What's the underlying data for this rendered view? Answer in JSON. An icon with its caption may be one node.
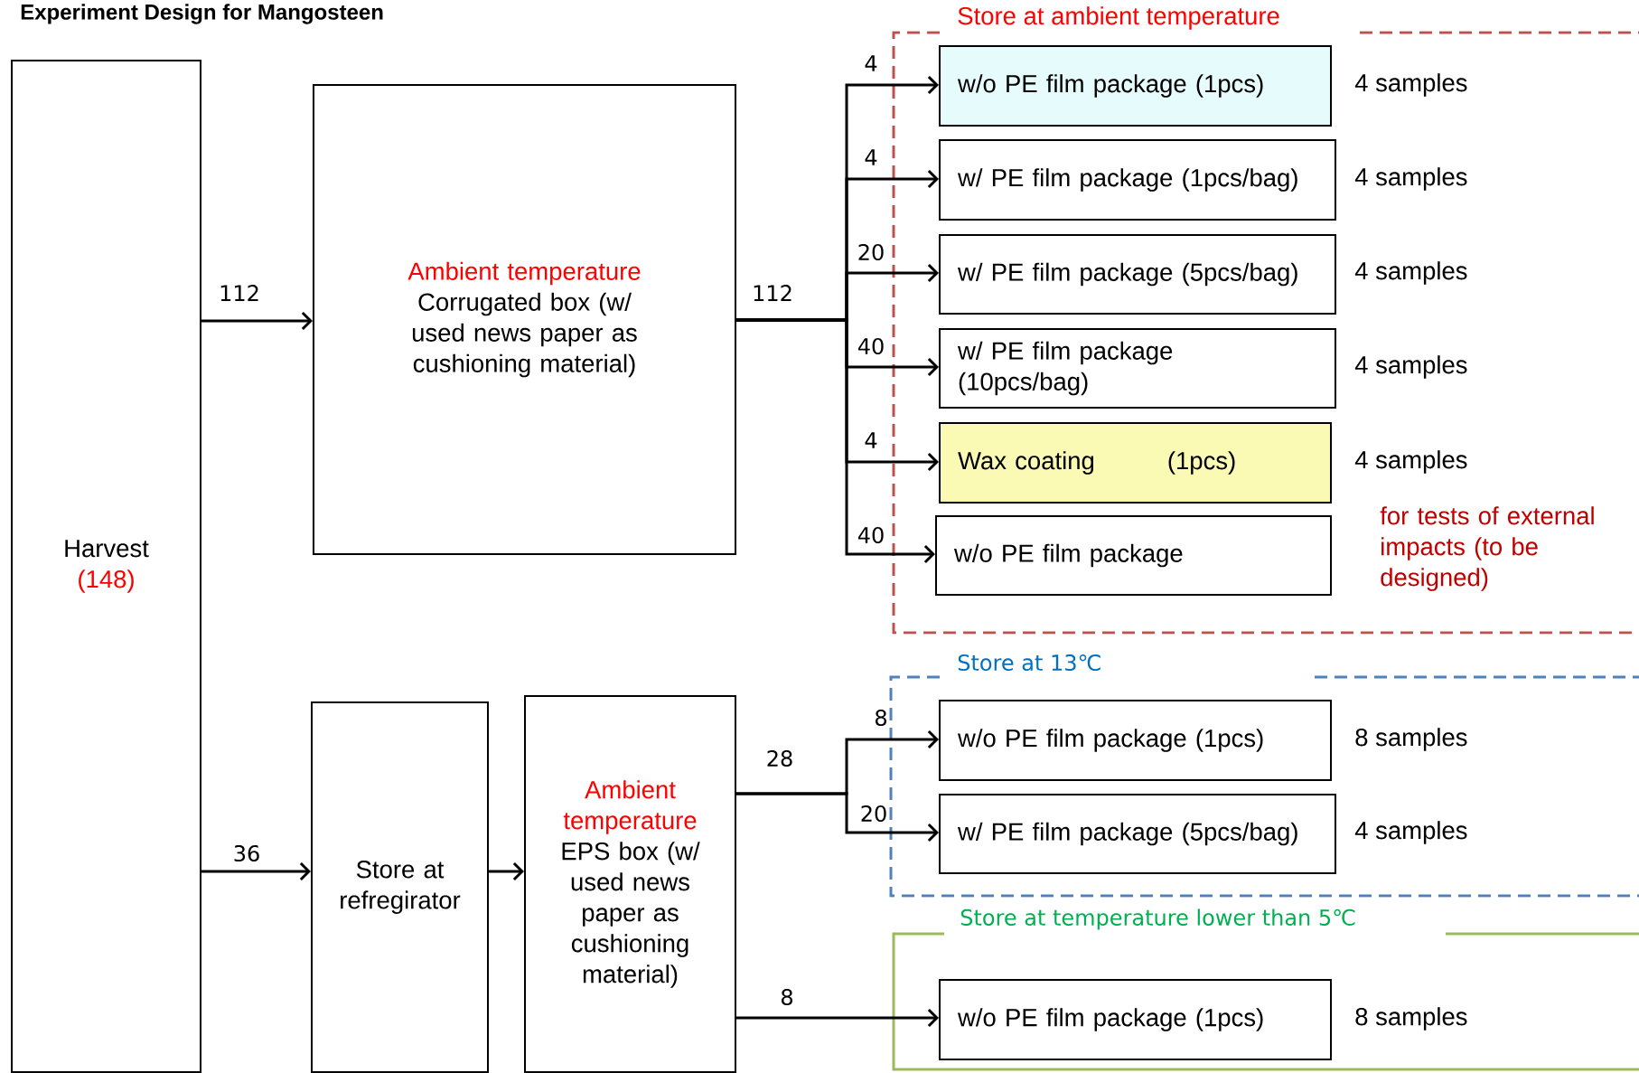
{
  "diagram": {
    "title": "Experiment Design for Mangosteen",
    "nodes": [
      {
        "text": [
          "Harvest",
          "(148)"
        ]
      },
      {
        "text": [
          "Ambient temperature",
          "Corrugated box (w/ used news paper as cushioning material)"
        ]
      },
      {
        "text": [
          "Store at refregirator"
        ]
      },
      {
        "text": [
          "Ambient temperature",
          "EPS box (w/ used news paper as cushioning material)"
        ]
      },
      {
        "text": [
          "Store at ambient temperature"
        ]
      },
      {
        "text": [
          "w/o PE film package (1pcs)"
        ],
        "in": 4,
        "beside": [
          "4 samples"
        ]
      },
      {
        "text": [
          "w/ PE film package (1pcs/bag)"
        ],
        "in": 4,
        "beside": [
          "4 samples"
        ]
      },
      {
        "text": [
          "w/ PE film package (5pcs/bag)"
        ],
        "in": 4,
        "beside": [
          "4 samples"
        ]
      },
      {
        "text": [
          "w/ PE film package (10pcs/bag)"
        ],
        "in": 4,
        "beside": [
          "4 samples"
        ]
      },
      {
        "text": [
          "Wax coating",
          "(1pcs)"
        ],
        "in": 4,
        "beside": [
          "4 samples"
        ]
      },
      {
        "text": [
          "w/o PE film package"
        ],
        "in": 4,
        "beside": [
          "for tests of external impacts (to be designed)"
        ]
      },
      {
        "text": [
          "Store at 13℃"
        ]
      },
      {
        "text": [
          "w/o PE film package (1pcs)"
        ],
        "in": 11,
        "beside": [
          "8 samples"
        ]
      },
      {
        "text": [
          "w/ PE film package (5pcs/bag)"
        ],
        "in": 11,
        "beside": [
          "4 samples"
        ]
      },
      {
        "text": [
          "Store at temperature lower than 5℃"
        ]
      },
      {
        "text": [
          "w/o PE film package (1pcs)"
        ],
        "in": 14,
        "beside": [
          "8 samples"
        ]
      }
    ],
    "edges": [
      {
        "from": 0,
        "to": 1,
        "arrow": "to",
        "label": "112"
      },
      {
        "from": 0,
        "to": 2,
        "arrow": "to",
        "label": "36"
      },
      {
        "from": 1,
        "to": 5,
        "arrow": "to",
        "label": "4"
      },
      {
        "from": 1,
        "to": 6,
        "arrow": "to",
        "label": "4"
      },
      {
        "from": 1,
        "to": 7,
        "arrow": "to",
        "label": "20"
      },
      {
        "from": 1,
        "to": 8,
        "arrow": "to",
        "label": "40"
      },
      {
        "from": 1,
        "to": 9,
        "arrow": "to",
        "label": "4"
      },
      {
        "from": 1,
        "to": 10,
        "arrow": "to",
        "label": "40"
      },
      {
        "from": 2,
        "to": 3,
        "arrow": "to"
      },
      {
        "from": 3,
        "to": 12,
        "arrow": "to",
        "label": "8"
      },
      {
        "from": 3,
        "to": 13,
        "arrow": "to",
        "label": "20"
      },
      {
        "from": 3,
        "to": 15,
        "arrow": "to",
        "label": "8"
      }
    ],
    "labels": [
      "112",
      "28"
    ]
  }
}
